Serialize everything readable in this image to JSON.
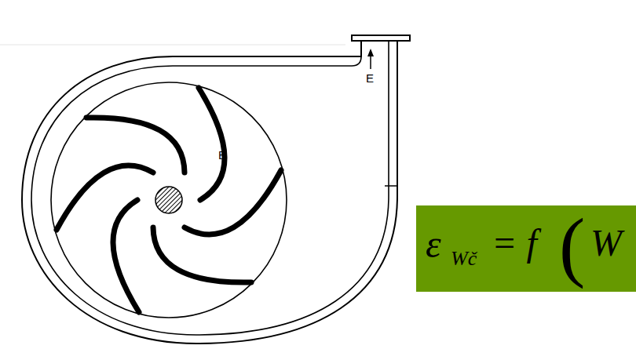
{
  "diagram": {
    "nodes": [
      {
        "text": [
          "ε",
          "Wč",
          "= f",
          "(",
          "W"
        ]
      }
    ],
    "labels": [
      "E",
      "B"
    ]
  }
}
